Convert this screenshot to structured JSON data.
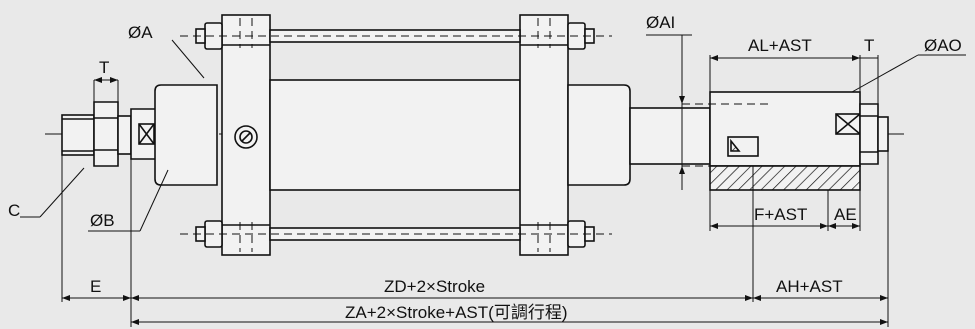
{
  "colors": {
    "background": "#e9e9e9",
    "body_fill": "#f2f2f2",
    "stroke": "#111111",
    "hatch_fill": "#f2f2f2"
  },
  "labels": {
    "phi_a": "ØA",
    "t_left": "T",
    "c": "C",
    "phi_b": "ØB",
    "e": "E",
    "phi_ai": "ØAI",
    "al_ast": "AL+AST",
    "t_right": "T",
    "phi_ao": "ØAO",
    "f_ast": "F+AST",
    "ae": "AE",
    "ah_ast": "AH+AST",
    "zd": "ZD+2×Stroke",
    "za": "ZA+2×Stroke+AST(可調行程)"
  }
}
